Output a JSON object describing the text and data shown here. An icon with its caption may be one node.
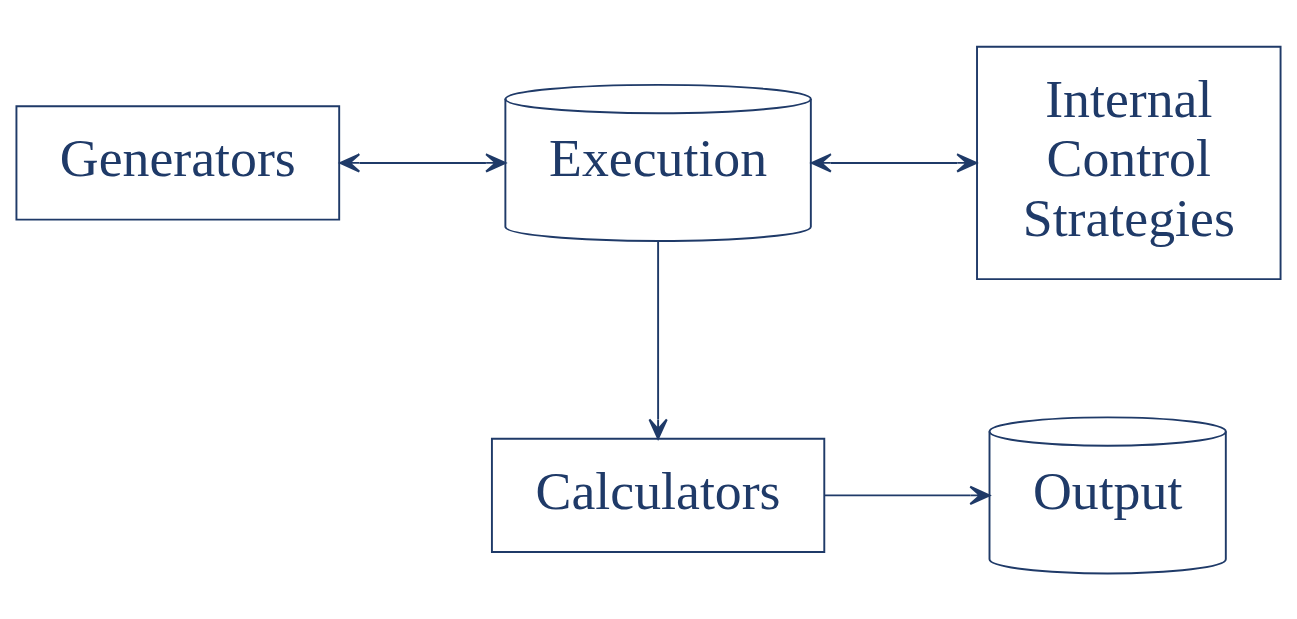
{
  "diagram": {
    "nodes": [
      {
        "text": [
          "Generators"
        ]
      },
      {
        "text": [
          "Execution"
        ]
      },
      {
        "text": [
          "Internal Control Strategies"
        ]
      },
      {
        "text": [
          "Calculators"
        ]
      },
      {
        "text": [
          "Output"
        ]
      }
    ],
    "edges": [
      {
        "from": 0,
        "to": 1,
        "arrow": "both"
      },
      {
        "from": 1,
        "to": 2,
        "arrow": "both"
      },
      {
        "from": 1,
        "to": 3,
        "arrow": "to"
      },
      {
        "from": 3,
        "to": 4,
        "arrow": "to"
      }
    ]
  }
}
